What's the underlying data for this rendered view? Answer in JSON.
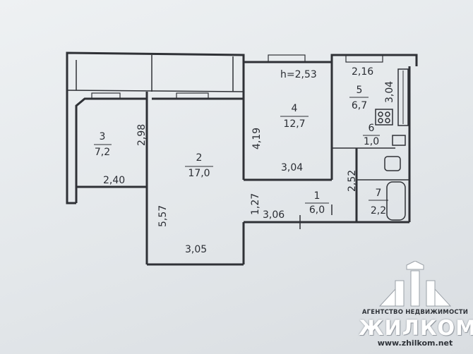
{
  "plan": {
    "ceiling_height": "h=2,53",
    "rooms": [
      {
        "number": "1",
        "area": "6,0"
      },
      {
        "number": "2",
        "area": "17,0"
      },
      {
        "number": "3",
        "area": "7,2"
      },
      {
        "number": "4",
        "area": "12,7"
      },
      {
        "number": "5",
        "area": "6,7"
      },
      {
        "number": "6",
        "area": "1,0"
      },
      {
        "number": "7",
        "area": "2,2"
      }
    ],
    "dimensions": {
      "room3_height": "2,98",
      "room3_width": "2,40",
      "room2_height": "5,57",
      "room2_width": "3,05",
      "room4_height": "4,19",
      "room4_width": "3,04",
      "room5_width": "2,16",
      "room5_height": "3,04",
      "hall_height": "1,27",
      "hall_width": "3,06",
      "bath_height": "2,52"
    }
  },
  "watermark": {
    "agency": "АГЕНТСТВО НЕДВИЖИМОСТИ",
    "brand": "ЖИЛКОМ",
    "url": "www.zhilkom.net"
  }
}
